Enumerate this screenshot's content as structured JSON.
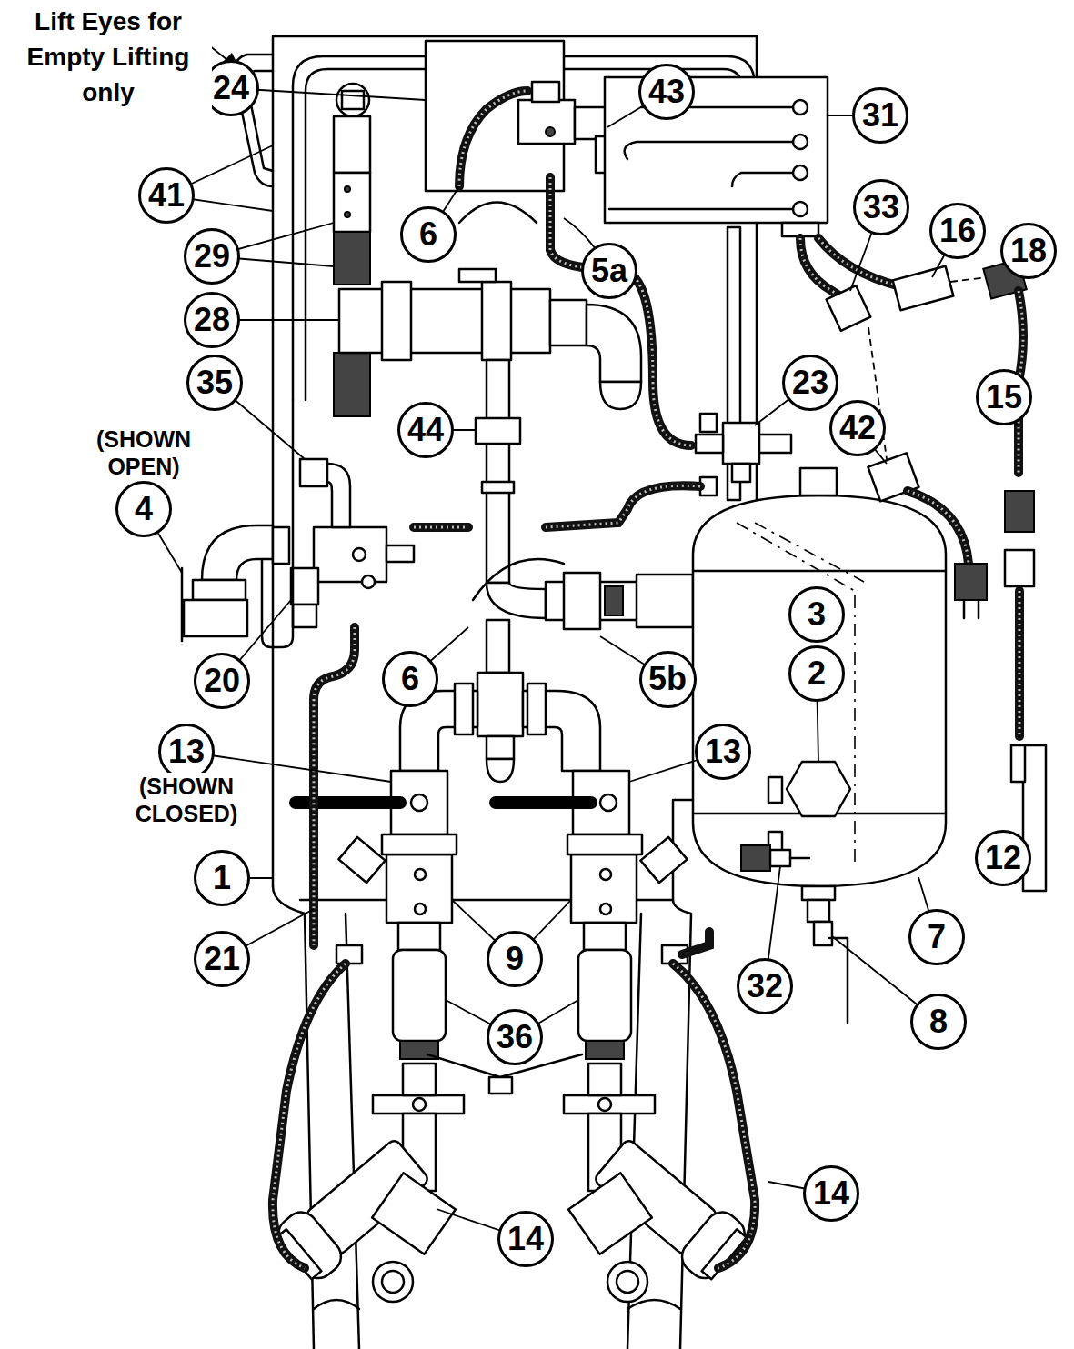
{
  "diagram": {
    "nodes": [
      {
        "text": [
          "24"
        ]
      },
      {
        "text": [
          "43"
        ]
      },
      {
        "text": [
          "31"
        ]
      },
      {
        "text": [
          "41"
        ]
      },
      {
        "text": [
          "33"
        ]
      },
      {
        "text": [
          "16"
        ]
      },
      {
        "text": [
          "6"
        ]
      },
      {
        "text": [
          "18"
        ]
      },
      {
        "text": [
          "29"
        ]
      },
      {
        "text": [
          "5a"
        ]
      },
      {
        "text": [
          "28"
        ]
      },
      {
        "text": [
          "35"
        ]
      },
      {
        "text": [
          "23"
        ]
      },
      {
        "text": [
          "15"
        ]
      },
      {
        "text": [
          "42"
        ]
      },
      {
        "text": [
          "44"
        ]
      },
      {
        "text": [
          "4"
        ]
      },
      {
        "text": [
          "3"
        ]
      },
      {
        "text": [
          "2"
        ]
      },
      {
        "text": [
          "20"
        ]
      },
      {
        "text": [
          "6"
        ]
      },
      {
        "text": [
          "5b"
        ]
      },
      {
        "text": [
          "13"
        ]
      },
      {
        "text": [
          "13"
        ]
      },
      {
        "text": [
          "12"
        ]
      },
      {
        "text": [
          "1"
        ]
      },
      {
        "text": [
          "7"
        ]
      },
      {
        "text": [
          "9"
        ]
      },
      {
        "text": [
          "21"
        ]
      },
      {
        "text": [
          "32"
        ]
      },
      {
        "text": [
          "8"
        ]
      },
      {
        "text": [
          "36"
        ]
      },
      {
        "text": [
          "14"
        ]
      },
      {
        "text": [
          "14"
        ]
      }
    ],
    "labels": [
      "Lift Eyes for Empty Lifting only",
      "(SHOWN OPEN)",
      "(SHOWN CLOSED)"
    ]
  }
}
